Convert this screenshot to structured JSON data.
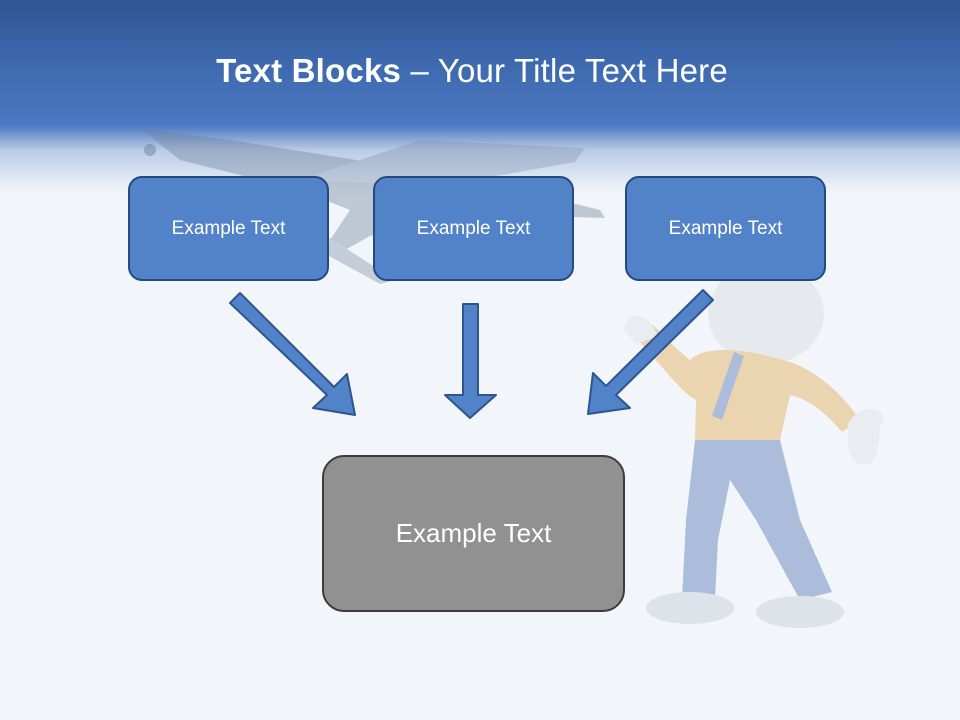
{
  "slide": {
    "title_bold": "Text Blocks",
    "title_dash": " – ",
    "title_rest": "Your Title Text Here"
  },
  "diagram": {
    "source_boxes": [
      {
        "label": "Example Text"
      },
      {
        "label": "Example Text"
      },
      {
        "label": "Example Text"
      }
    ],
    "target_box": {
      "label": "Example Text"
    }
  },
  "colors": {
    "header": "#3d68ad",
    "box_fill": "#5282c8",
    "box_border": "#244a82",
    "target_fill": "#919191",
    "arrow_fill": "#5282c8"
  },
  "icons": [
    "airplane-icon",
    "stick-figure-icon"
  ]
}
